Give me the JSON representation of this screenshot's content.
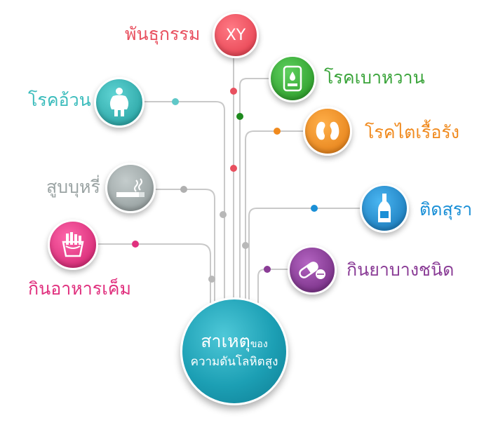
{
  "center": {
    "title": "สาเหตุ",
    "title_suffix": "ของ",
    "subtitle": "ความดันโลหิตสูง"
  },
  "causes": {
    "genetics": {
      "label": "พันธุกรรม",
      "icon_text": "XY",
      "color": "#e8505f"
    },
    "diabetes": {
      "label": "โรคเบาหวาน",
      "color": "#3aa43a"
    },
    "obesity": {
      "label": "โรคอ้วน",
      "color": "#3bbcbc"
    },
    "kidney": {
      "label": "โรคไตเรื้อรัง",
      "color": "#f08a1e"
    },
    "smoking": {
      "label": "สูบบุหรี่",
      "color": "#9aa3a3"
    },
    "alcohol": {
      "label": "ติดสุรา",
      "color": "#1a8fd6"
    },
    "salty_food": {
      "label": "กินอาหารเค็ม",
      "color": "#e0307e"
    },
    "drugs": {
      "label": "กินยาบางชนิด",
      "color": "#8a3c96"
    }
  },
  "icons": {
    "genetics": "xy-chromosome-icon",
    "diabetes": "glucose-meter-icon",
    "obesity": "obese-person-icon",
    "kidney": "kidney-icon",
    "smoking": "cigarette-icon",
    "alcohol": "bottle-icon",
    "salty_food": "french-fries-icon",
    "drugs": "pill-capsule-icon"
  }
}
